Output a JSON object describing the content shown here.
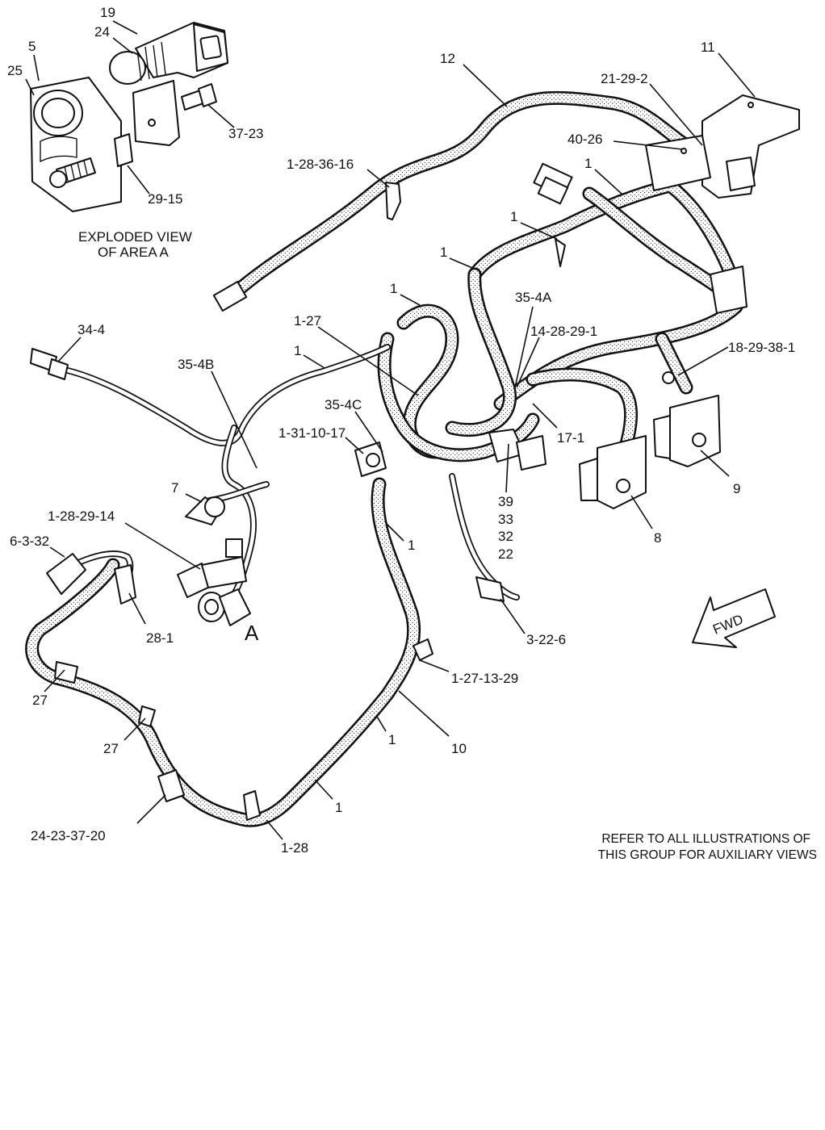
{
  "callouts": {
    "c_19": "19",
    "c_24": "24",
    "c_5": "5",
    "c_25": "25",
    "c_37_23": "37-23",
    "c_29_15": "29-15",
    "c_12": "12",
    "c_11": "11",
    "c_21_29_2": "21-29-2",
    "c_40_26": "40-26",
    "c_1_28_36_16": "1-28-36-16",
    "c_1_a": "1",
    "c_1_b": "1",
    "c_1_c": "1",
    "c_1_d": "1",
    "c_1_e": "1",
    "c_1_f": "1",
    "c_1_g": "1",
    "c_1_h": "1",
    "c_35_4a": "35-4A",
    "c_1_27": "1-27",
    "c_14_28_29_1": "14-28-29-1",
    "c_34_4": "34-4",
    "c_35_4b": "35-4B",
    "c_18_29_38_1": "18-29-38-1",
    "c_35_4c": "35-4C",
    "c_1_31_10_17": "1-31-10-17",
    "c_17_1": "17-1",
    "c_7": "7",
    "c_9": "9",
    "c_39": "39",
    "c_33": "33",
    "c_32": "32",
    "c_22": "22",
    "c_1_28_29_14": "1-28-29-14",
    "c_8": "8",
    "c_6_3_32": "6-3-32",
    "c_a": "A",
    "c_28_1": "28-1",
    "c_3_22_6": "3-22-6",
    "c_1_27_13_29": "1-27-13-29",
    "c_27_a": "27",
    "c_27_b": "27",
    "c_10": "10",
    "c_24_23_37_20": "24-23-37-20",
    "c_1_28": "1-28"
  },
  "exploded_view": {
    "line1": "EXPLODED VIEW",
    "line2": "OF AREA  A"
  },
  "note": {
    "line1": "REFER TO ALL ILLUSTRATIONS OF",
    "line2": "THIS GROUP FOR AUXILIARY VIEWS"
  },
  "fwd_label": "FWD"
}
